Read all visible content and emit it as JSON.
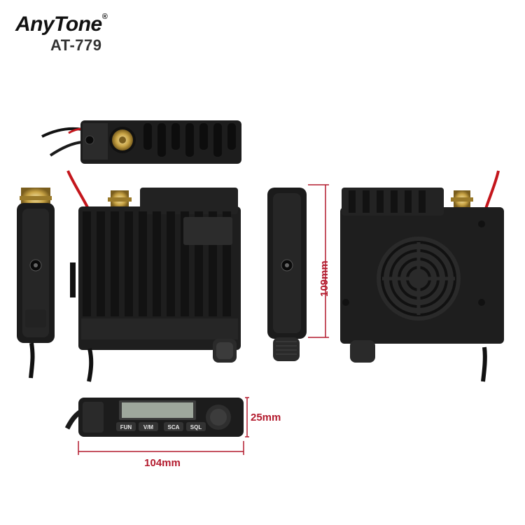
{
  "brand": {
    "name": "AnyTone",
    "registered": "®",
    "model": "AT-779"
  },
  "dimensions": {
    "height": "109mm",
    "depth": "25mm",
    "width": "104mm"
  },
  "front_panel_buttons": [
    "FUN",
    "V/M",
    "SCA",
    "SQL"
  ],
  "colors": {
    "dimension_line": "#b31b2e",
    "radio_body": "#1c1c1c",
    "connector": "#c9a445",
    "background": "#ffffff"
  }
}
